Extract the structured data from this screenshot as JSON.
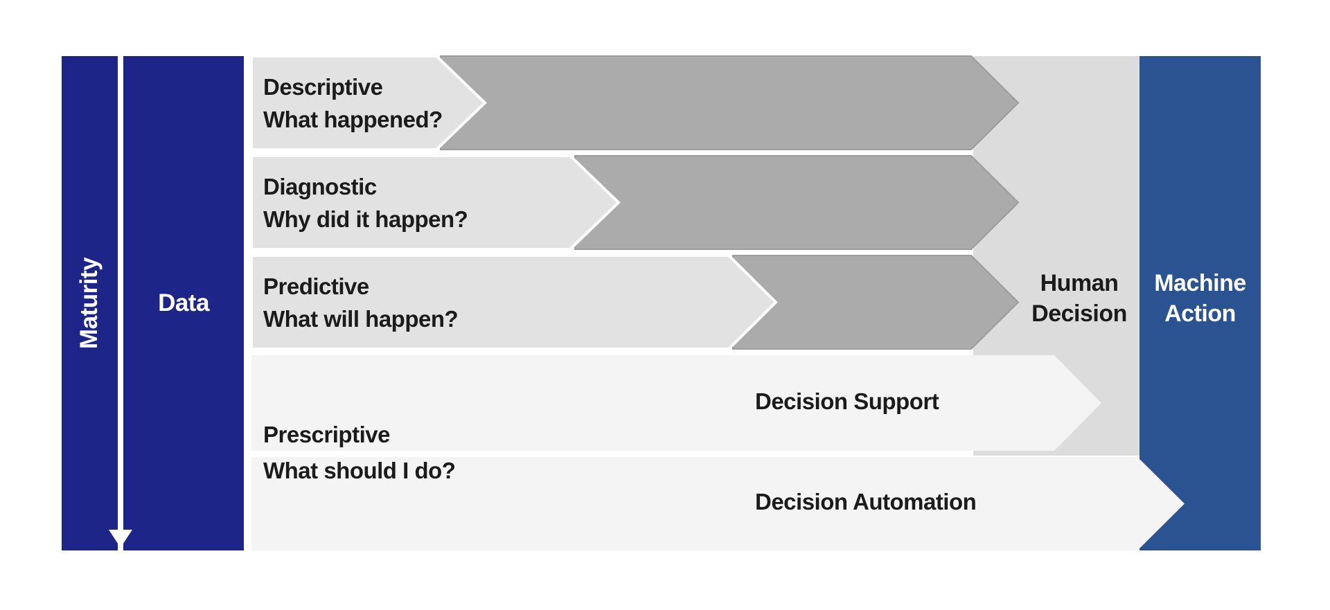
{
  "axis": {
    "maturity_label": "Maturity",
    "data_label": "Data"
  },
  "stages": [
    {
      "name": "Descriptive",
      "question": "What happened?"
    },
    {
      "name": "Diagnostic",
      "question": "Why did it happen?"
    },
    {
      "name": "Predictive",
      "question": "What will happen?"
    },
    {
      "name": "Prescriptive",
      "question": "What should I do?"
    }
  ],
  "prescriptive_outputs": [
    {
      "label": "Decision Support"
    },
    {
      "label": "Decision Automation"
    }
  ],
  "outcomes": {
    "human_decision": {
      "line1": "Human",
      "line2": "Decision"
    },
    "machine_action": {
      "line1": "Machine",
      "line2": "Action"
    }
  },
  "colors": {
    "navy": "#1E2589",
    "steel_blue": "#2B5291",
    "stage_gray": "#E2E2E2",
    "flow_gray": "#ABABAB",
    "flow_gray_border": "#9C9C9C",
    "zone_gray": "#DCDCDC",
    "output_white": "#F4F4F4",
    "text_black": "#1B1B1B",
    "white": "#FFFFFF"
  }
}
